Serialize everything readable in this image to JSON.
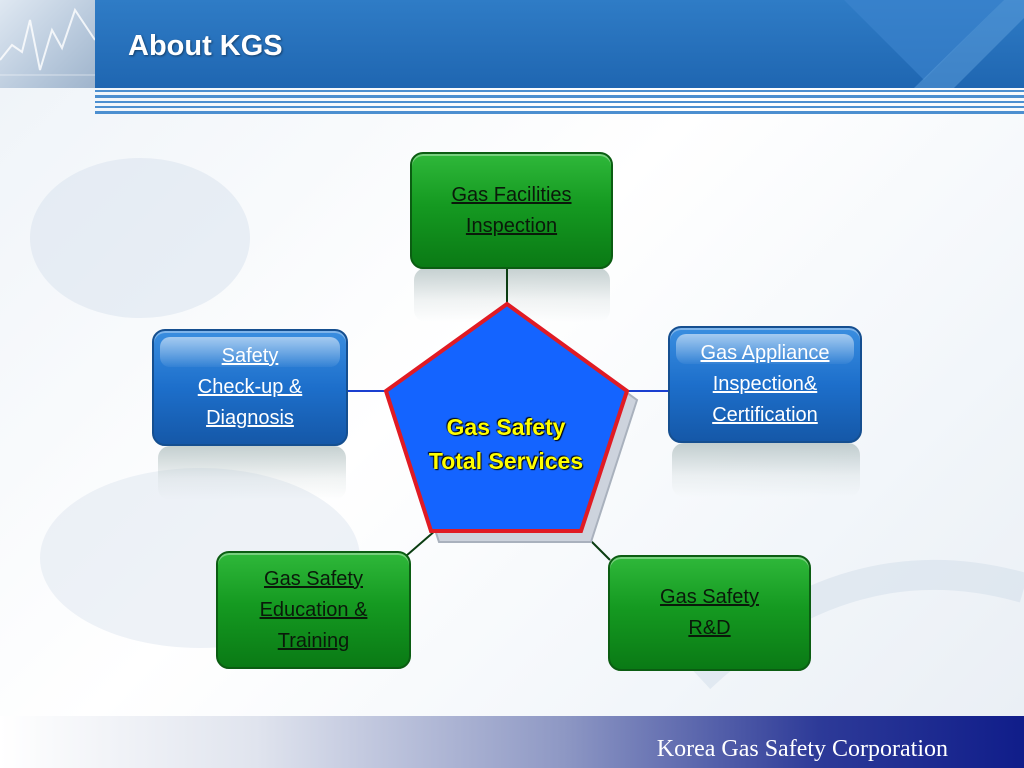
{
  "header": {
    "title": "About KGS"
  },
  "diagram": {
    "center_lines": [
      "Gas Safety",
      "Total Services"
    ],
    "nodes": [
      {
        "id": "gas-facilities-inspection",
        "lines": [
          "Gas Facilities",
          "Inspection"
        ]
      },
      {
        "id": "safety-checkup-diagnosis",
        "lines": [
          "Safety",
          "Check-up &",
          "Diagnosis"
        ]
      },
      {
        "id": "gas-appliance-inspection",
        "lines": [
          "Gas Appliance",
          "Inspection&",
          "Certification"
        ]
      },
      {
        "id": "gas-safety-education",
        "lines": [
          "Gas Safety",
          "Education &",
          "Training"
        ]
      },
      {
        "id": "gas-safety-rd",
        "lines": [
          "Gas Safety",
          "R&D"
        ]
      }
    ]
  },
  "footer": {
    "text": "Korea Gas Safety Corporation"
  },
  "colors": {
    "header_blue": "#1f66b1",
    "node_green": "#159a21",
    "node_blue": "#1d6fcb",
    "pentagon_fill": "#1464ff",
    "pentagon_border": "#e01b24",
    "center_text": "#ffff00"
  }
}
